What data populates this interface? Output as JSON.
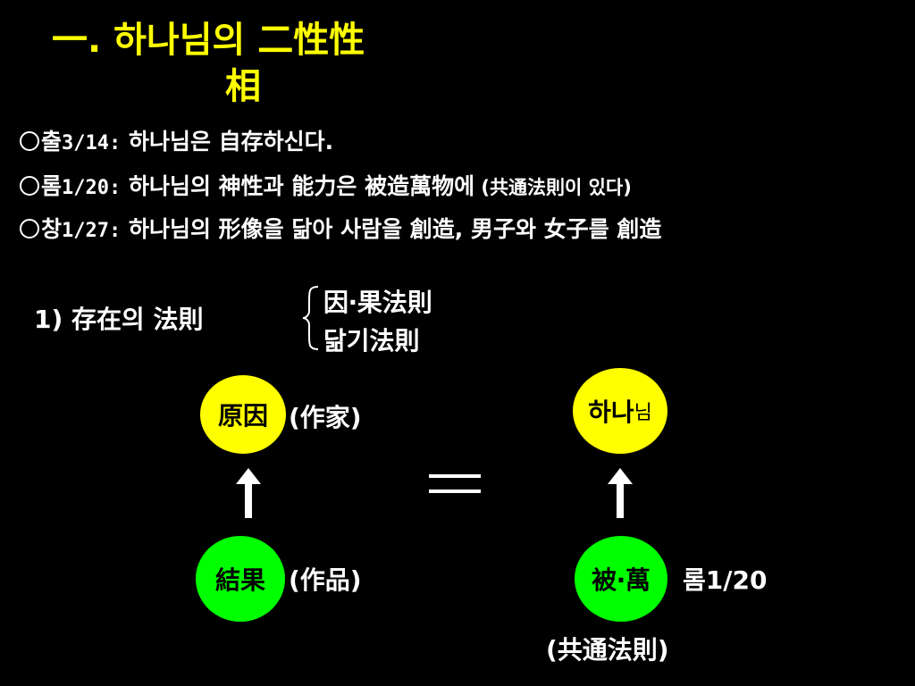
{
  "title": {
    "line1": "一. 하나님의 二性性",
    "line2": "相"
  },
  "verses": [
    {
      "prefix": "출",
      "ref": "3/14:",
      "text": " 하나님은 自存하신다."
    },
    {
      "prefix": "롬",
      "ref": "1/20:",
      "text": " 하나님의 神性과 能力은 被造萬物에",
      "small": " (共通法則이 있다)"
    },
    {
      "prefix": "창",
      "ref": "1/27:",
      "text": "  하나님의 形像을 닮아 사람을 創造, 男子와 女子를 創造"
    }
  ],
  "law": {
    "heading": "1) 存在의 法則",
    "items": [
      "因‧果法則",
      "닮기法則"
    ]
  },
  "diagram": {
    "left_top": {
      "node": "原因",
      "label": "(作家)"
    },
    "left_bottom": {
      "node": "結果",
      "label": "(作品)"
    },
    "equals": "=",
    "right_top": {
      "node_main": "하나",
      "node_tail": "님"
    },
    "right_bottom": {
      "node": "被‧萬",
      "label": "롬1/20"
    },
    "footer": "(共通法則)"
  },
  "colors": {
    "background": "#000000",
    "title": "#ffff00",
    "yellow_node": "#ffff00",
    "green_node": "#00ff00"
  }
}
